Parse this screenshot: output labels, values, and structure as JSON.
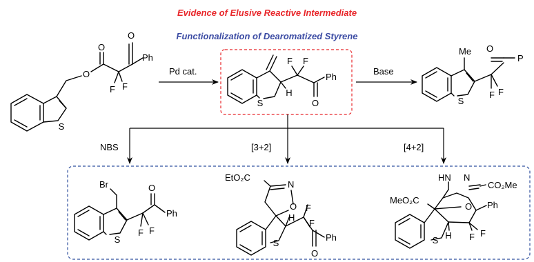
{
  "header": {
    "line1": "Evidence of Elusive Reactive Intermediate",
    "line1_color": "#e8262a",
    "line2": "Functionalization of Dearomatized Styrene",
    "line2_color": "#3b4ba3"
  },
  "box_colors": {
    "intermediate": "#e8262a",
    "products": "#2f4f9e"
  },
  "arrows": {
    "pd": "Pd cat.",
    "base": "Base",
    "nbs": "NBS",
    "cyclo32": "[3+2]",
    "cyclo42": "[4+2]"
  },
  "atoms": {
    "O": "O",
    "F": "F",
    "S": "S",
    "H": "H",
    "N": "N",
    "Ph": "Ph",
    "Br": "Br",
    "Me": "Me",
    "P": "P",
    "EtO2C": "EtO₂C",
    "MeO2C": "MeO₂C",
    "CO2Me": "CO₂Me",
    "HN": "HN"
  }
}
